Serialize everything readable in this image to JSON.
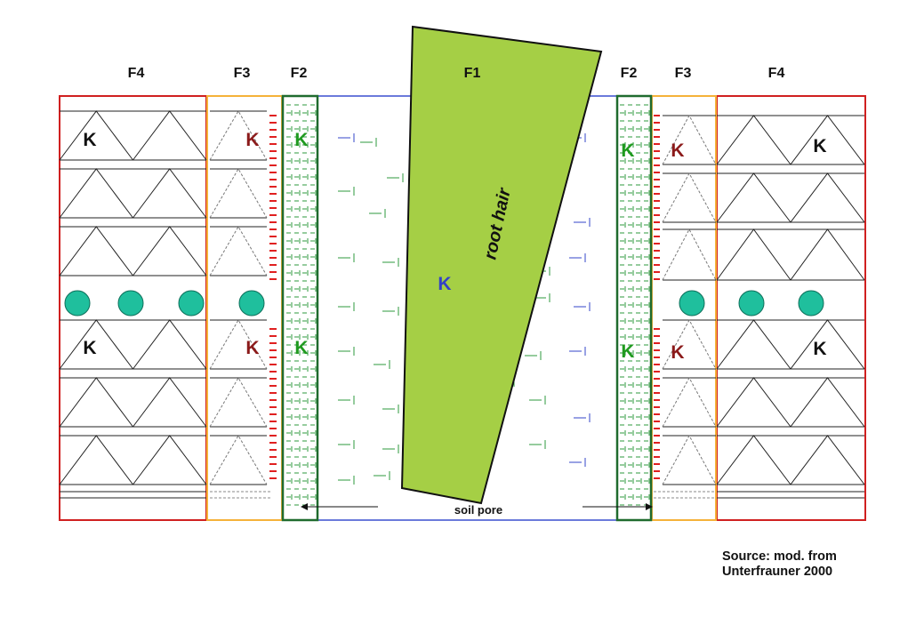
{
  "zones": {
    "f4_left": "F4",
    "f3_left": "F3",
    "f2_left": "F2",
    "f1": "F1",
    "f2_right": "F2",
    "f3_right": "F3",
    "f4_right": "F4"
  },
  "potassium_symbol": "K",
  "root_hair_label": "root hair",
  "soil_pore_label": "soil pore",
  "source": {
    "line1": "Source: mod. from",
    "line2": "Unterfrauner 2000"
  },
  "colors": {
    "f4_border": "#d02020",
    "f3_border": "#f5b23a",
    "f2_border": "#1f6b2e",
    "f1_border": "#3a4fcf",
    "root_hair_fill": "#a5cf45",
    "mineral_particle": "#1fbf9d",
    "k_fixed": "#111111",
    "k_interlayer": "#8b1a1a",
    "k_exchangeable": "#1f9a1f",
    "k_solution": "#3340c8",
    "water_dash_green": "#2e9a3e",
    "water_dash_blue": "#3346c9",
    "edge_marks": "#e02020"
  }
}
